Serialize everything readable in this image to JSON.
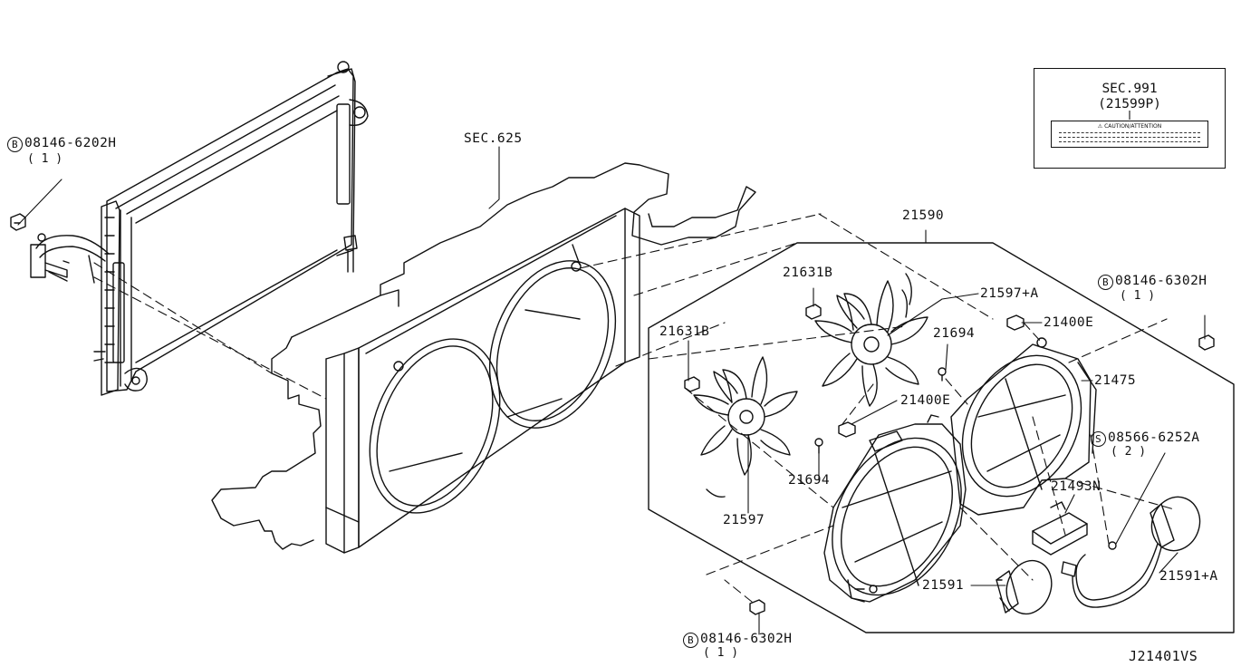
{
  "diagram_id": "J21401VS",
  "inset": {
    "sec": "SEC.991",
    "part": "(21599P)",
    "sticker": "⚠ CAUTION/ATTENTION"
  },
  "labels": {
    "bolt_left": "08146-6202H",
    "bolt_left_qty": "( 1 )",
    "sec_625": "SEC.625",
    "assembly": "21590",
    "fan_upper_screw": "21631B",
    "fan_upper": "21597+A",
    "bolt_right": "08146-6302H",
    "bolt_right_qty": "( 1 )",
    "grommet_upper": "21400E",
    "screw_21694_a": "21694",
    "shroud_21475": "21475",
    "fan_lower_screw": "21631B",
    "grommet_lower": "21400E",
    "screw_s": "08566-6252A",
    "screw_s_qty": "( 2 )",
    "screw_21694_b": "21694",
    "resistor": "21493N",
    "fan_lower": "21597",
    "motor_left": "21591",
    "motor_right": "21591+A",
    "bolt_bottom": "08146-6302H",
    "bolt_bottom_qty": "( 1 )"
  },
  "prefix": {
    "b": "B",
    "s": "S"
  }
}
